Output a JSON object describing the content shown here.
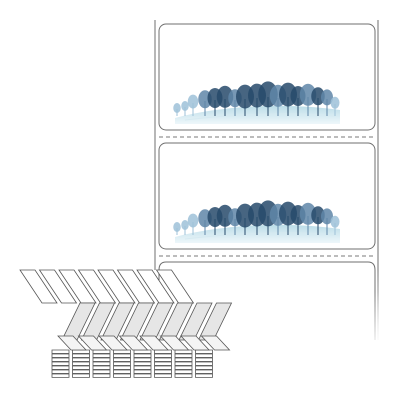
{
  "product": {
    "label_count_on_liner": 3,
    "label_artwork": "winter-tree-landscape",
    "fanfold_stack_columns": 8
  },
  "colors": {
    "background": "#ffffff",
    "outline": "#6f6f6f",
    "perforation": "#7a7a7a",
    "tree_dark": "#274a6b",
    "tree_mid": "#5f86a8",
    "tree_light": "#9ec1d8",
    "snow_hill": "#cfe6ef"
  }
}
